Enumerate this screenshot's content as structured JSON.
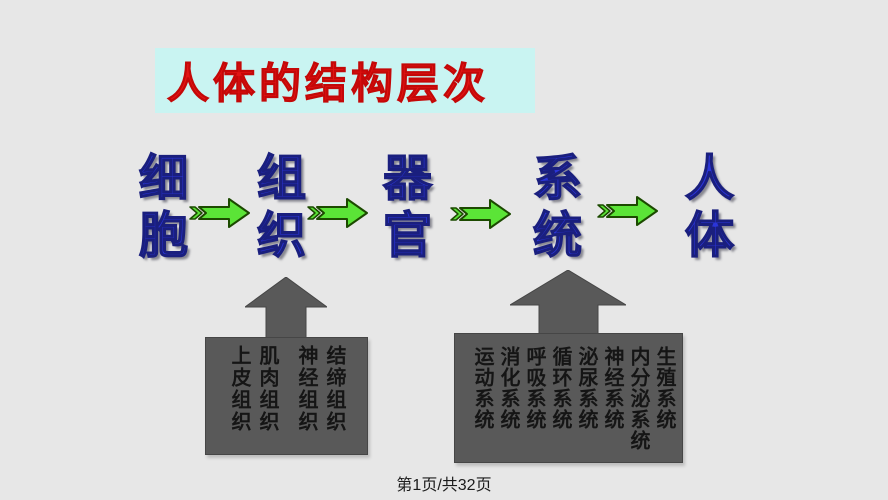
{
  "slide": {
    "title": "人体的结构层次",
    "flow": {
      "items": [
        "细胞",
        "组织",
        "器官",
        "系统",
        "人体"
      ],
      "arrow_color": "#5be437"
    },
    "tissue_box": {
      "items": [
        "上皮组织",
        "肌肉组织",
        "神经组织",
        "结缔组织"
      ],
      "box_color": "#595959"
    },
    "system_box": {
      "items": [
        "运动系统",
        "消化系统",
        "呼吸系统",
        "循环系统",
        "泌尿系统",
        "神经系统",
        "内分泌系统",
        "生殖系统"
      ],
      "box_color": "#595959"
    },
    "footer": {
      "page_indicator": "第1页/共32页"
    },
    "colors": {
      "background": "#e7e7e7",
      "title_background": "#c9f4f2",
      "title_text": "#e31414",
      "flow_text": "#2b35d8",
      "arrow_green": "#5be437",
      "box_gray": "#595959"
    }
  }
}
